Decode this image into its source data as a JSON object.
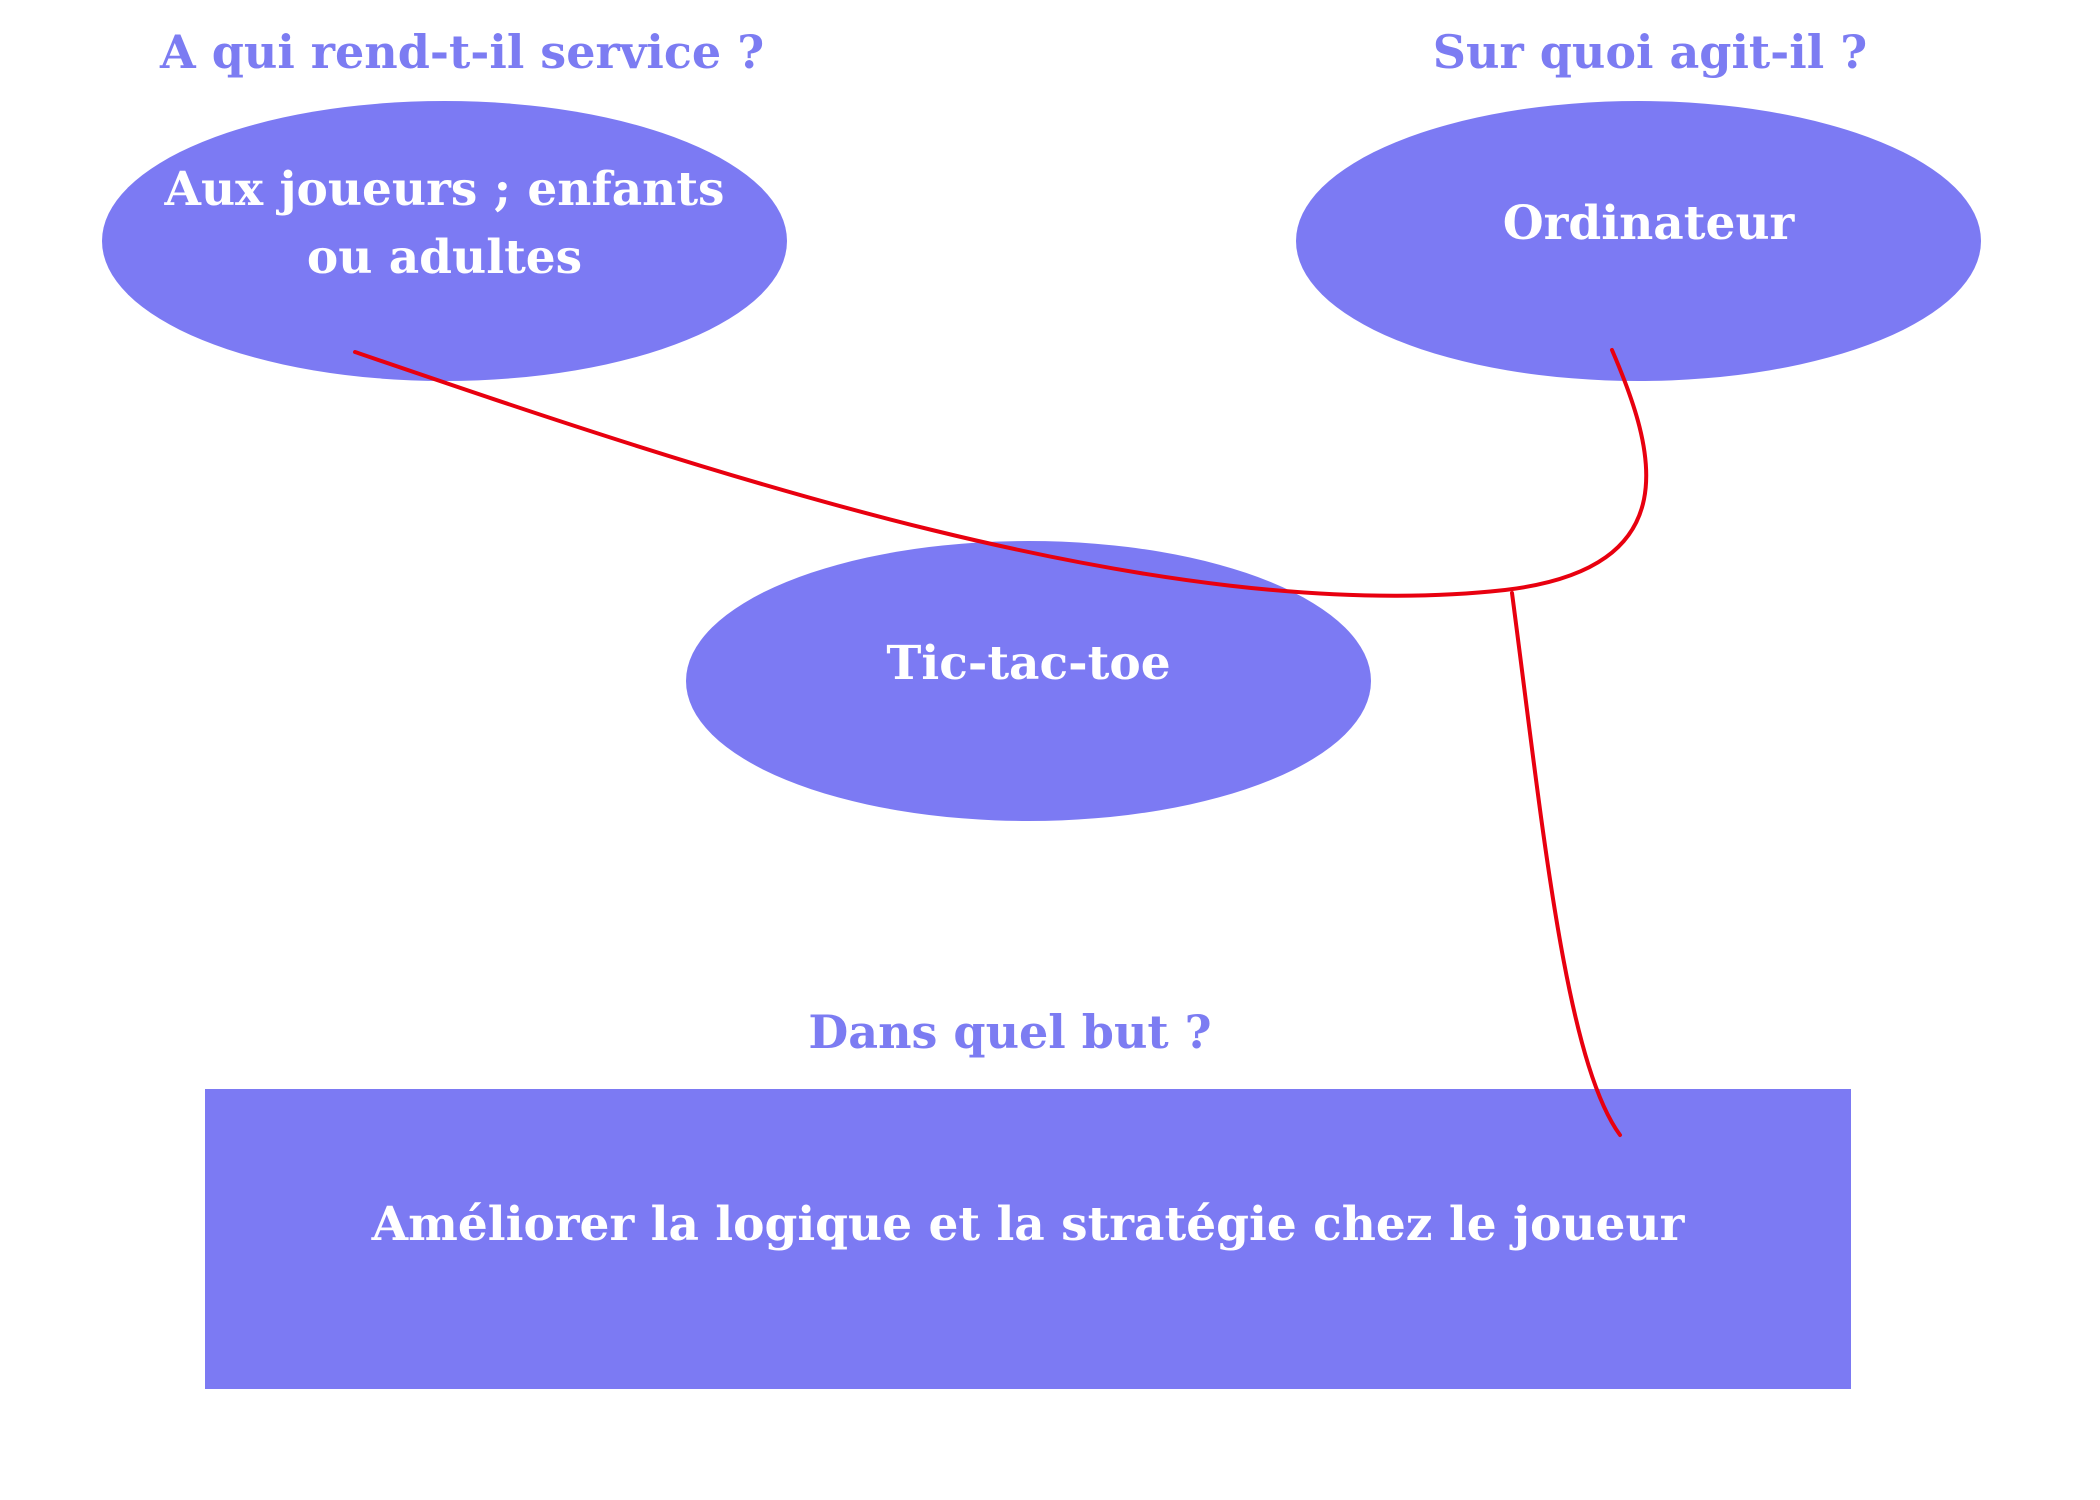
{
  "labels": {
    "who": "A qui rend-t-il service ?",
    "what": "Sur quoi agit-il ?",
    "why": "Dans quel but ?"
  },
  "nodes": {
    "players": "Aux joueurs ; enfants ou adultes",
    "computer": "Ordinateur",
    "center": "Tic-tac-toe",
    "goal": "Améliorer la logique et la stratégie chez le joueur"
  },
  "colors": {
    "node_fill": "#7c7af3",
    "label_text": "#7c7cf2",
    "connector": "#e8000f"
  }
}
